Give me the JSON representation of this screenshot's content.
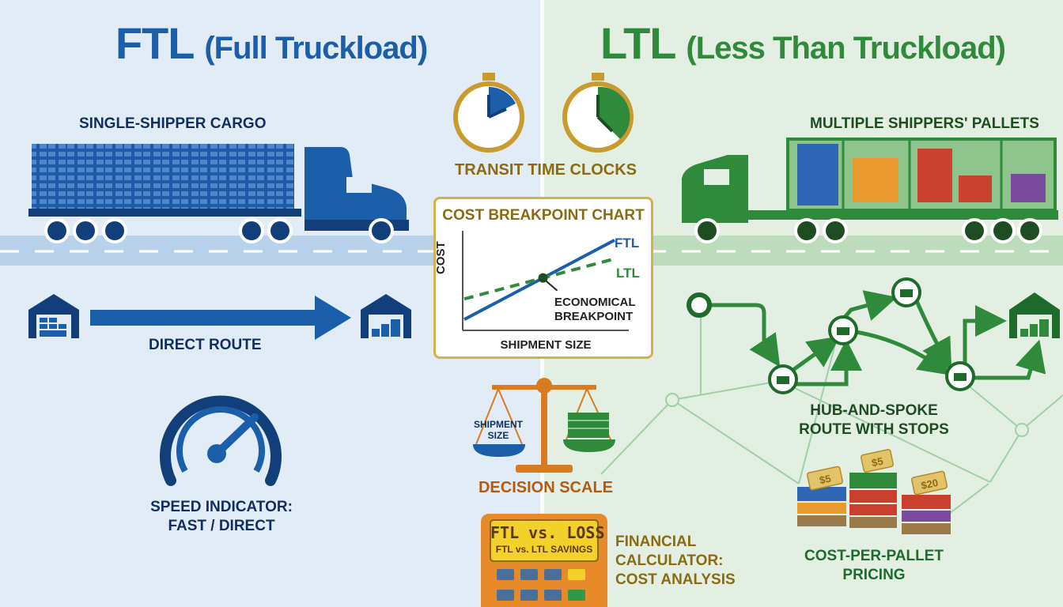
{
  "ftl": {
    "title_abbr": "FTL",
    "title_full": "(Full Truckload)",
    "cargo_label": "SINGLE-SHIPPER CARGO",
    "route_label": "DIRECT ROUTE",
    "speed_label_line1": "SPEED INDICATOR:",
    "speed_label_line2": "FAST / DIRECT"
  },
  "ltl": {
    "title_abbr": "LTL",
    "title_full": "(Less Than Truckload)",
    "cargo_label": "MULTIPLE SHIPPERS' PALLETS",
    "route_label_line1": "HUB-AND-SPOKE",
    "route_label_line2": "ROUTE WITH STOPS",
    "pricing_label_line1": "COST-PER-PALLET",
    "pricing_label_line2": "PRICING",
    "price_tags": [
      "$5",
      "$5",
      "$20"
    ]
  },
  "center": {
    "clocks_label": "TRANSIT TIME CLOCKS",
    "scale_label": "DECISION SCALE",
    "scale_pan_text_line1": "SHIPMENT",
    "scale_pan_text_line2": "SIZE",
    "calculator_display_line1": "FTL vs. LOSS",
    "calculator_display_line2": "FTL vs. LTL SAVINGS",
    "calculator_label_line1": "FINANCIAL",
    "calculator_label_line2": "CALCULATOR:",
    "calculator_label_line3": "COST ANALYSIS"
  },
  "colors": {
    "ftl_blue": "#1b5fab",
    "ltl_green": "#2f8a3c",
    "gold": "#d7b04a",
    "orange": "#d97b1f"
  },
  "chart_data": {
    "type": "line",
    "title": "COST BREAKPOINT CHART",
    "xlabel": "SHIPMENT SIZE",
    "ylabel": "COST",
    "series": [
      {
        "name": "FTL",
        "style": "solid",
        "color": "#1b5fab",
        "x": [
          0,
          1
        ],
        "y": [
          0.1,
          0.95
        ]
      },
      {
        "name": "LTL",
        "style": "dashed",
        "color": "#2f8a3c",
        "x": [
          0,
          1
        ],
        "y": [
          0.32,
          0.75
        ]
      }
    ],
    "annotation_line1": "ECONOMICAL",
    "annotation_line2": "BREAKPOINT",
    "grid": false
  }
}
